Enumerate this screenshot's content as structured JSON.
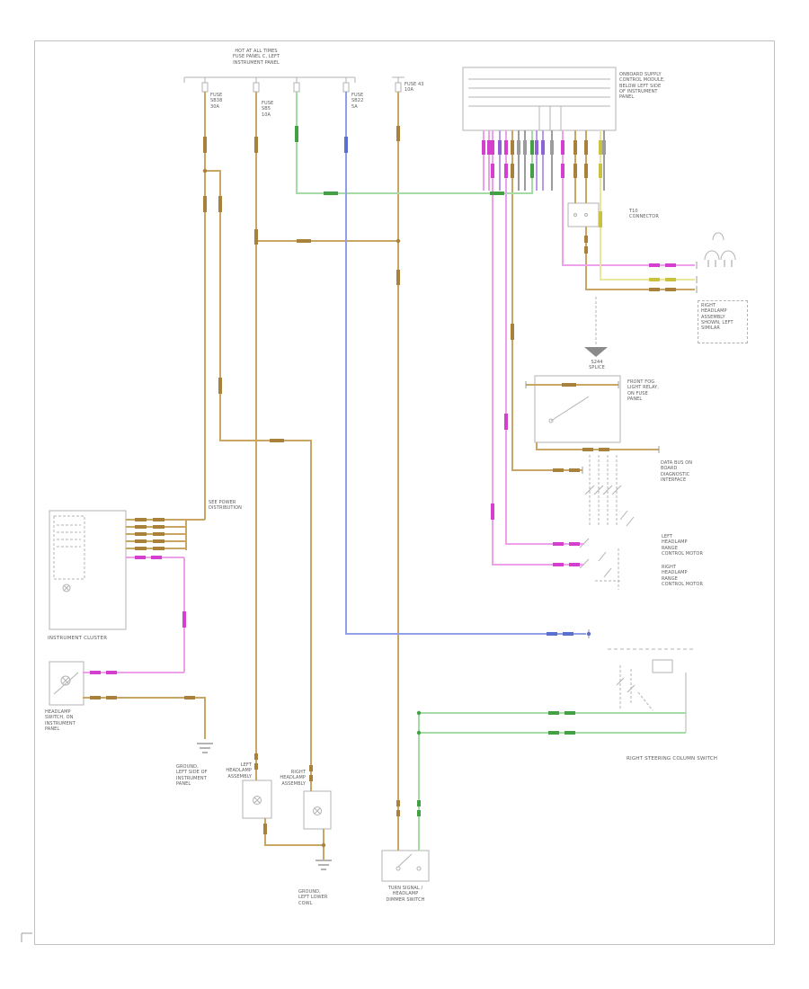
{
  "colors": {
    "wire_tan": "#c9a566",
    "wire_tan_dark": "#a8823c",
    "wire_green": "#a5dba5",
    "wire_green_dark": "#44a044",
    "wire_blue": "#8fa0e6",
    "wire_blue_dark": "#5b6fd0",
    "wire_magenta": "#efa0ea",
    "wire_magenta_dark": "#d53fd0",
    "wire_yellow": "#e9e79b",
    "wire_yellow_dark": "#c9c23f",
    "wire_violet": "#b89be8",
    "wire_violet_dark": "#8f63d6",
    "wire_gray": "#9c9c9c",
    "outline": "#b3b3b3",
    "text": "#5c5c5c",
    "page_border": "#c2c2c2"
  },
  "symbols": {
    "ground": "chassis-ground-hatched-triangle",
    "splice": "filled-splice-triangle",
    "fuse": "small-rectangle-fuse",
    "bulb": "circle-with-cross",
    "connector": "paired-color-dash-marks"
  },
  "labels": {
    "power": {
      "hot_note": "HOT AT ALL TIMES\nFUSE PANEL C, LEFT\nINSTRUMENT PANEL",
      "fuse_38": "FUSE\nSB38\n30A",
      "fuse_5": "FUSE\nSB5\n10A",
      "fuse_22": "FUSE\nSB22\n5A",
      "fuse_43": "FUSE 43\n10A"
    },
    "module": {
      "name": "ONBOARD SUPPLY\nCONTROL MODULE,\nBELOW LEFT SIDE\nOF INSTRUMENT\nPANEL",
      "t10": "T10\nCONNECTOR"
    },
    "right": {
      "headlamp_note": "RIGHT\nHEADLAMP\nASSEMBLY\nSHOWN, LEFT\nSIMILAR",
      "splice": "S244\nSPLICE",
      "fog_relay": "FRONT FOG\nLIGHT RELAY,\nON FUSE\nPANEL",
      "dlc": "DATA BUS ON\nBOARD\nDIAGNOSTIC\nINTERFACE",
      "range_left": "LEFT\nHEADLAMP\nRANGE\nCONTROL MOTOR",
      "range_right": "RIGHT\nHEADLAMP\nRANGE\nCONTROL MOTOR",
      "steering": "RIGHT STEERING COLUMN SWITCH"
    },
    "left": {
      "cluster": "INSTRUMENT CLUSTER",
      "cluster_note": "SEE POWER\nDISTRIBUTION",
      "headlamp_switch": "HEADLAMP\nSWITCH, ON\nINSTRUMENT\nPANEL",
      "ground": "GROUND,\nLEFT SIDE OF\nINSTRUMENT\nPANEL"
    },
    "bottom": {
      "headlamp_left": "LEFT\nHEADLAMP\nASSEMBLY",
      "headlamp_right": "RIGHT\nHEADLAMP\nASSEMBLY",
      "dimmer": "TURN SIGNAL /\nHEADLAMP\nDIMMER SWITCH",
      "ground": "GROUND,\nLEFT LOWER\nCOWL"
    }
  }
}
